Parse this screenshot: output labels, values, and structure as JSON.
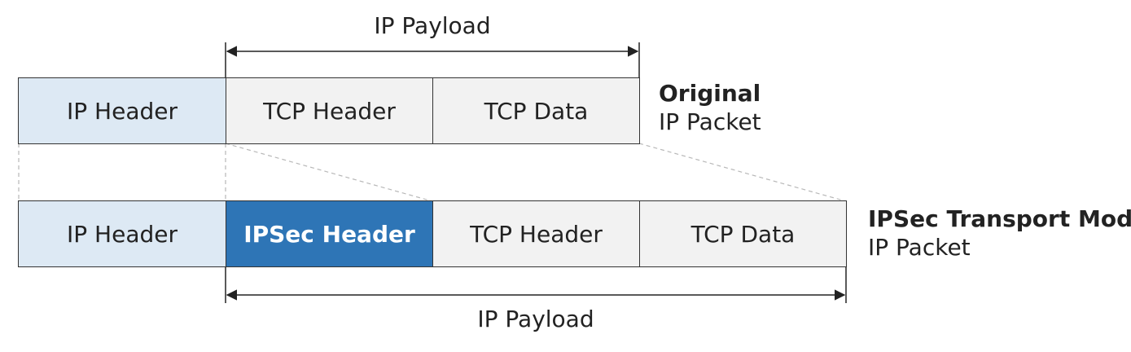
{
  "original": {
    "payload_label": "IP Payload",
    "fields": [
      "IP Header",
      "TCP Header",
      "TCP Data"
    ],
    "caption_title": "Original",
    "caption_sub": "IP Packet"
  },
  "transport": {
    "payload_label": "IP Payload",
    "fields": [
      "IP Header",
      "IPSec Header",
      "TCP Header",
      "TCP Data"
    ],
    "caption_title": "IPSec Transport Mode",
    "caption_sub": "IP Packet"
  },
  "colors": {
    "ip_header_fill": "#dde9f4",
    "ipsec_header_fill": "#2e75b6",
    "tcp_fill": "#f2f2f2",
    "border": "#333333",
    "guide_line": "#b0b0b0"
  }
}
